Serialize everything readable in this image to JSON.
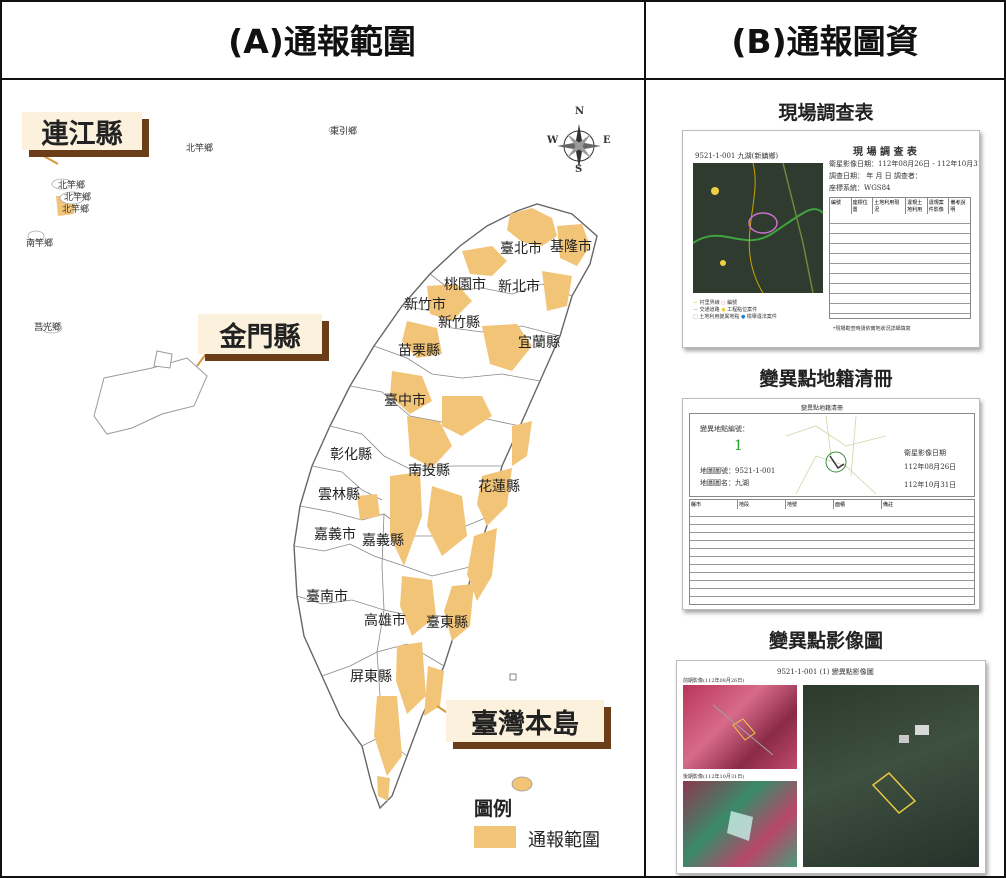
{
  "headers": {
    "a": "(A)通報範圍",
    "b": "(B)通報圖資"
  },
  "map": {
    "regions": {
      "lienchiang": "連江縣",
      "kinmen": "金門縣",
      "taiwan": "臺灣本島"
    },
    "counties": {
      "taipei": "臺北市",
      "keelung": "基隆市",
      "newtaipei": "新北市",
      "taoyuan": "桃園市",
      "hsinchu_city": "新竹市",
      "hsinchu_county": "新竹縣",
      "yilan": "宜蘭縣",
      "miaoli": "苗栗縣",
      "taichung": "臺中市",
      "changhua": "彰化縣",
      "nantou": "南投縣",
      "yunlin": "雲林縣",
      "hualien": "花蓮縣",
      "chiayi_city": "嘉義市",
      "chiayi_county": "嘉義縣",
      "tainan": "臺南市",
      "kaohsiung": "高雄市",
      "taitung": "臺東縣",
      "pingtung": "屏東縣"
    },
    "islands": {
      "beigan_1": "北竿鄉",
      "beigan_2": "北竿鄉",
      "beigan_3": "北竿鄉",
      "dongyin": "東引鄉",
      "nangan": "南竿鄉",
      "juguang": "莒光鄉",
      "beigan_4": "北竿鄉"
    },
    "compass": {
      "n": "N",
      "s": "S",
      "e": "E",
      "w": "W"
    },
    "legend": {
      "title": "圖例",
      "item": "通報範圍",
      "color": "#f2c478"
    }
  },
  "docs": {
    "survey": {
      "title": "現場調查表",
      "code": "9521-1-001 九湖(新鎮鄉)",
      "heading": "現 場 調 查 表",
      "date_row": "衛星影像日期：112年08月26日 - 112年10月31日",
      "survey_row": "調查日期： 年 月 日 調查者：",
      "coord_row": "座標系統：WGS84",
      "cols": [
        "編號",
        "座標位置",
        "土地利用現況",
        "違規土地利用",
        "違規案件影像",
        "備考說明"
      ],
      "legend": [
        "村里界線",
        "交通道路",
        "土地利用變異地點",
        "編號",
        "工程點位案件",
        "檢舉違法案件"
      ],
      "note": "*現場勘查時請依實地狀況詳細填寫"
    },
    "cadastre": {
      "title": "變異點地籍清冊",
      "heading": "變異點地籍清冊",
      "point_label": "變異地點編號：",
      "point_no": "1",
      "map_no": "地圖圖號：9521-1-001",
      "map_name": "地圖圖名：九湖",
      "img_label": "衛星影像日期",
      "date1": "112年08月26日",
      "date2": "112年10月31日",
      "cols": [
        "縣市",
        "地段",
        "地號",
        "面積",
        "備註"
      ]
    },
    "image": {
      "title": "變異點影像圖",
      "heading": "9521-1-001 (1) 變異點影像圖",
      "before": "前期影像(112年08月26日)",
      "after": "後期影像(112年10月31日)"
    }
  }
}
